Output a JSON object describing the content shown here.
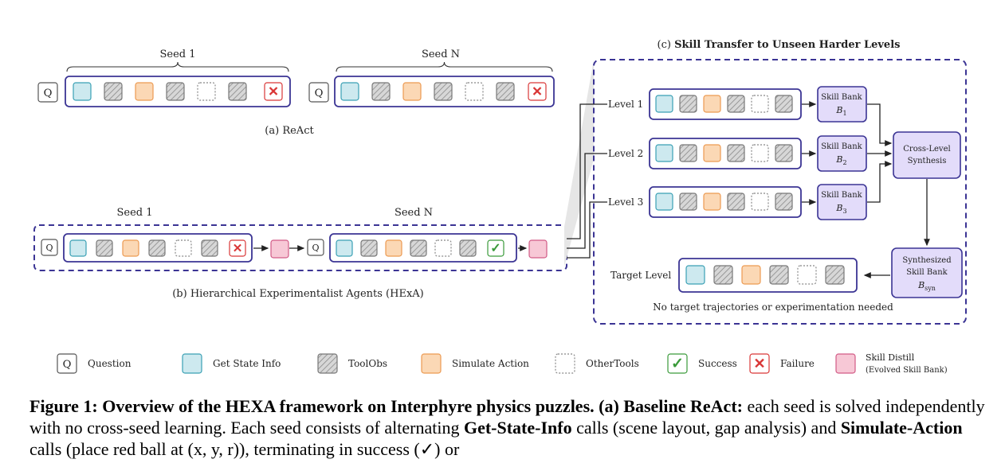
{
  "panel_a": {
    "seed1_label": "Seed 1",
    "seedN_label": "Seed N",
    "q_glyph": "Q",
    "failure_glyph": "✕",
    "caption": "(a) ReAct"
  },
  "panel_b": {
    "seed1_label": "Seed 1",
    "seedN_label": "Seed N",
    "q_glyph": "Q",
    "success_glyph": "✓",
    "failure_glyph": "✕",
    "caption": "(b) Hierarchical Experimentalist Agents (HExA)"
  },
  "panel_c": {
    "title_prefix": "(c) ",
    "title_bold": "Skill Transfer to Unseen Harder Levels",
    "levels": [
      "Level 1",
      "Level 2",
      "Level 3"
    ],
    "skill_bank_label": "Skill Bank",
    "skill_bank_symbols": [
      "B1",
      "B2",
      "B3"
    ],
    "cross_level_line1": "Cross-Level",
    "cross_level_line2": "Synthesis",
    "synth_line1": "Synthesized",
    "synth_line2": "Skill Bank",
    "synth_symbol": "Bsyn",
    "target_level": "Target Level",
    "note": "No target trajectories or experimentation needed"
  },
  "legend": [
    {
      "key": "question",
      "glyph": "Q",
      "label": "Question"
    },
    {
      "key": "get-state-info",
      "glyph": "",
      "label": "Get State Info"
    },
    {
      "key": "toolobs",
      "glyph": "",
      "label": "ToolObs"
    },
    {
      "key": "simulate-action",
      "glyph": "",
      "label": "Simulate Action"
    },
    {
      "key": "othertools",
      "glyph": "",
      "label": "OtherTools"
    },
    {
      "key": "success",
      "glyph": "✓",
      "label": "Success"
    },
    {
      "key": "failure",
      "glyph": "✕",
      "label": "Failure"
    },
    {
      "key": "skill-distill",
      "glyph": "",
      "label": "Skill Distill",
      "sublabel": "(Evolved Skill Bank)"
    }
  ],
  "caption": {
    "label": "Figure 1: Overview of the H",
    "label_small": "EX",
    "label_end": "A framework on Interphyre physics puzzles.",
    "part_a_bold": "(a) Baseline ReAct:",
    "part_a_text1": " each seed is solved independently with no cross-seed learning. Each seed consists of alternating ",
    "bold_get_state": "Get-State-Info",
    "part_a_text2": " calls (scene layout, gap analysis) and ",
    "bold_simulate": "Simulate-Action",
    "part_a_text3": " calls (place red ball at (x, y, r)), terminating in success (✓) or"
  },
  "colors": {
    "frame": "#3b3494",
    "teal_fill": "#cde9ef",
    "teal_stroke": "#3aa0b4",
    "orange_fill": "#fbd8b5",
    "orange_stroke": "#ec9a52",
    "pink_fill": "#f7c8d6",
    "pink_stroke": "#d25b86",
    "purple_fill": "#e3dcfa",
    "success": "#3a9a3a",
    "failure": "#d93636"
  }
}
